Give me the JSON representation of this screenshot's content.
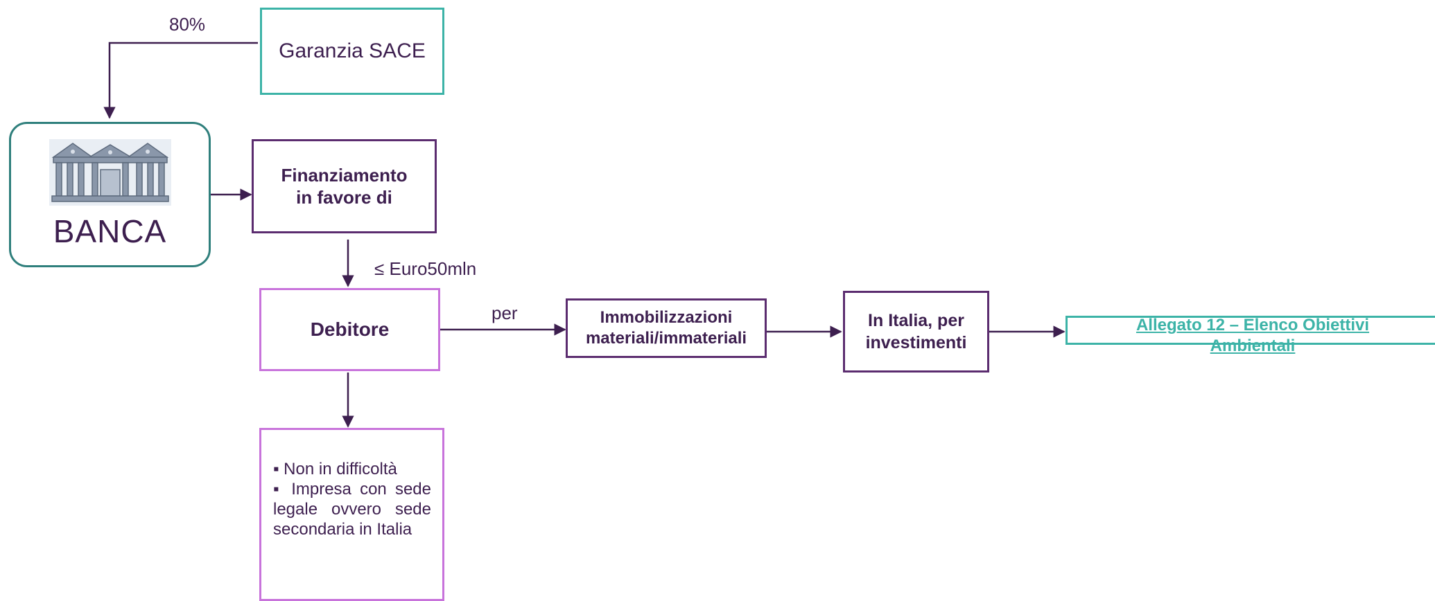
{
  "labels": {
    "percent": "80%",
    "amount": "≤ Euro50mln",
    "per": "per"
  },
  "boxes": {
    "garanzia": "Garanzia SACE",
    "banca": "BANCA",
    "finanziamento_line1": "Finanziamento",
    "finanziamento_line2": "in favore di",
    "debitore": "Debitore",
    "immobilizzazioni_line1": "Immobilizzazioni",
    "immobilizzazioni_line2": "materiali/immateriali",
    "italia_line1": "In Italia, per",
    "italia_line2": "investimenti",
    "allegato": "Allegato 12 – Elenco Obiettivi Ambientali"
  },
  "requisiti": [
    "▪ Non in difficoltà",
    "▪ Impresa con sede legale ovvero sede secondaria in Italia"
  ],
  "colors": {
    "teal": "#3cb3a7",
    "dark_teal": "#2f7f7c",
    "purple": "#5b2c6f",
    "light_purple": "#c873db",
    "text": "#3d1f4f"
  },
  "icons": {
    "bank": "bank-building-icon"
  }
}
